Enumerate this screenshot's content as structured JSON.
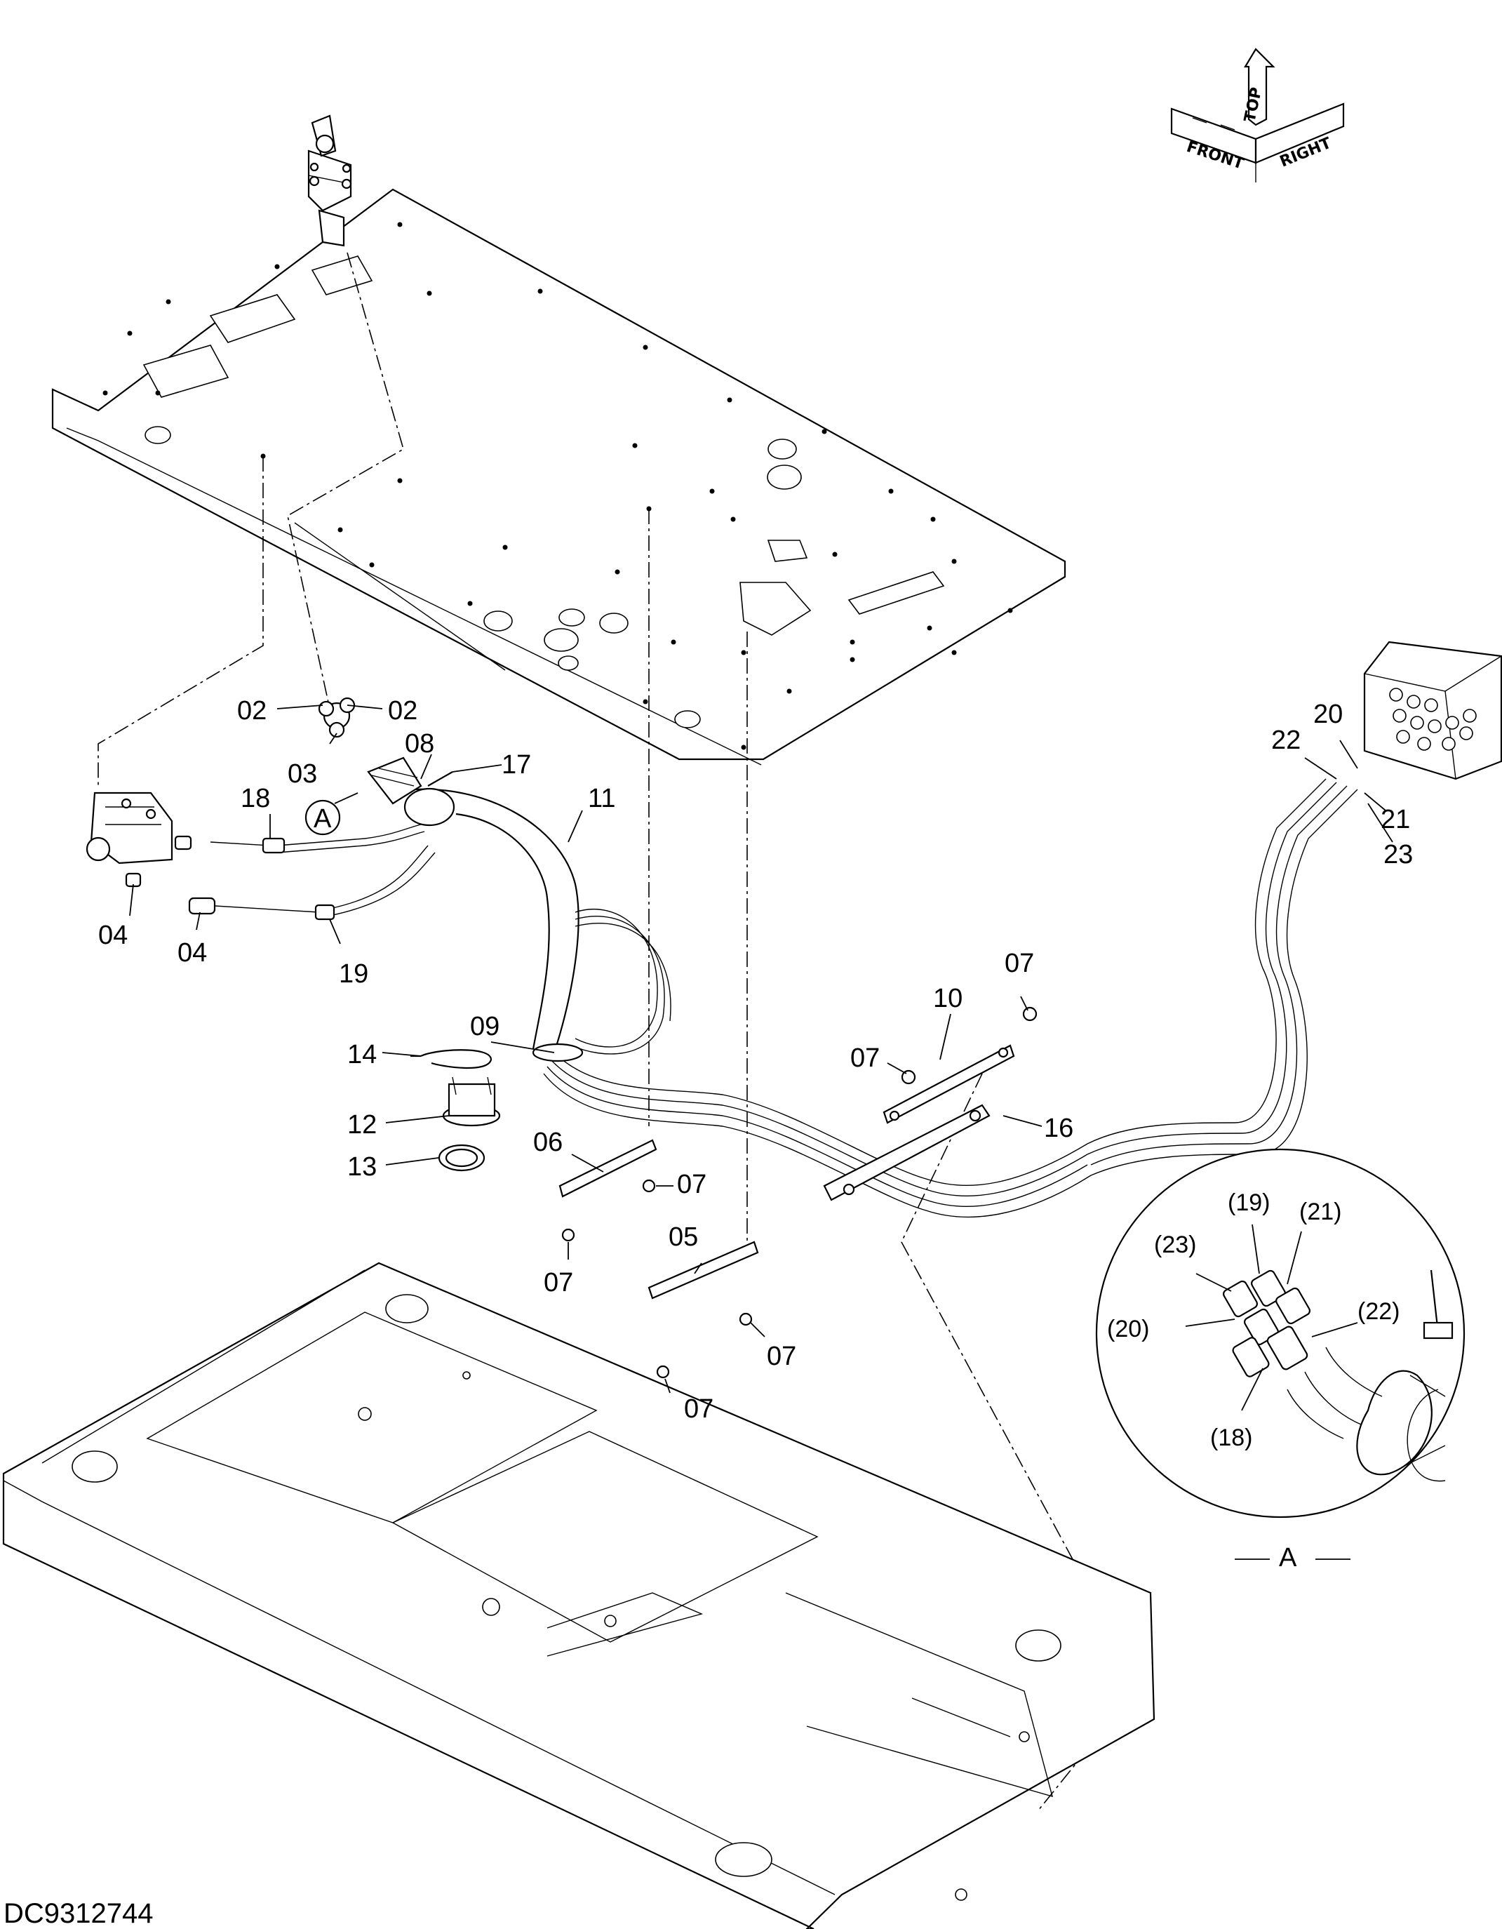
{
  "document_id": "DC9312744",
  "orientation": {
    "front": "FRONT",
    "top": "TOP",
    "right": "RIGHT"
  },
  "part_labels": {
    "p02a": "02",
    "p02b": "02",
    "p03": "03",
    "p08": "08",
    "p17": "17",
    "p18": "18",
    "p11": "11",
    "p04a": "04",
    "p04b": "04",
    "p19": "19",
    "p09": "09",
    "p14": "14",
    "p12": "12",
    "p13": "13",
    "p06": "06",
    "p07a": "07",
    "p07b": "07",
    "p07c": "07",
    "p07d": "07",
    "p07e": "07",
    "p07f": "07",
    "p05": "05",
    "p10": "10",
    "p16": "16",
    "p20": "20",
    "p22": "22",
    "p21": "21",
    "p23": "23"
  },
  "detail_view": {
    "callout": "A",
    "caption": "A",
    "labels": {
      "d23": "(23)",
      "d19": "(19)",
      "d21": "(21)",
      "d20": "(20)",
      "d22": "(22)",
      "d18": "(18)"
    }
  },
  "icons": [
    "orientation-arrow-icon",
    "pilot-valve-icon",
    "solenoid-valve-icon",
    "control-valve-block-icon"
  ]
}
